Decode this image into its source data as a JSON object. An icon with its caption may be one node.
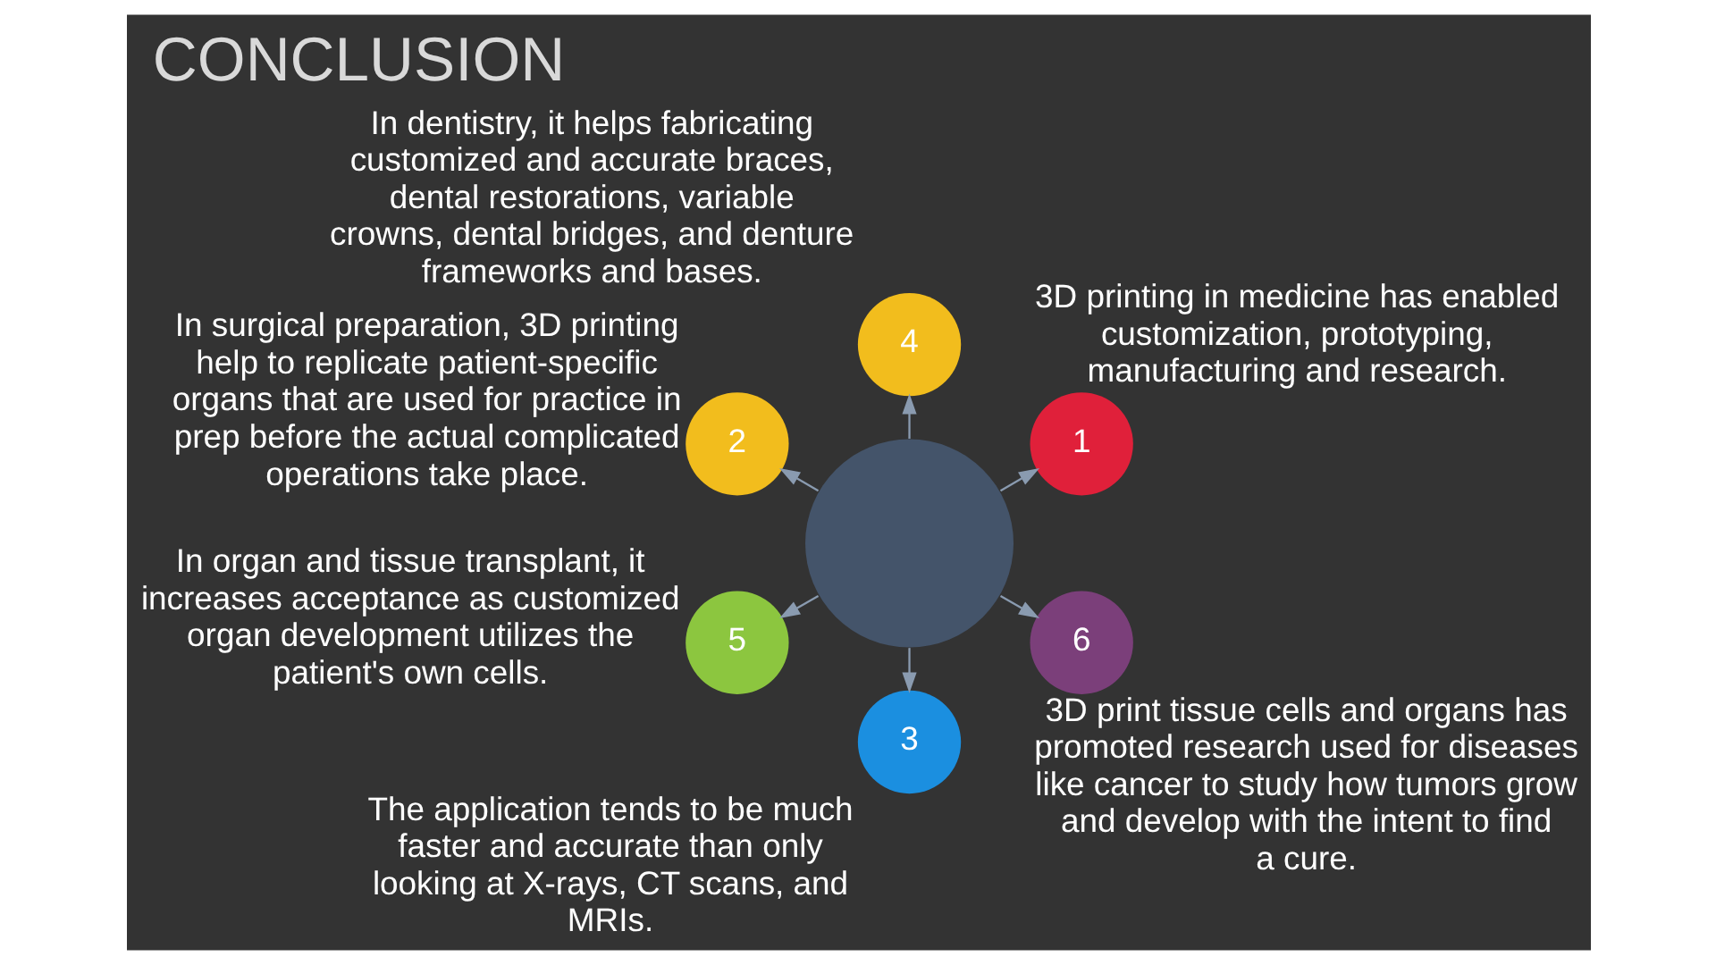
{
  "diagram": {
    "title": "CONCLUSION",
    "nodes": [
      {
        "text": [
          "1"
        ],
        "beside": [
          "3D printing in medicine has enabled customization, prototyping, manufacturing and research."
        ]
      },
      {
        "text": [
          "4"
        ],
        "beside": [
          "In dentistry, it helps fabricating customized and accurate braces, dental restorations, variable crowns, dental bridges, and denture frameworks and bases."
        ]
      },
      {
        "text": [
          "2"
        ],
        "beside": [
          "In surgical preparation, 3D printing help to replicate patient-specific organs that are used for practice in prep before the actual complicated operations take place."
        ]
      },
      {
        "text": [],
        "shape": "circle"
      },
      {
        "text": [
          "5"
        ],
        "beside": [
          "In organ and tissue transplant, it increases acceptance as customized organ development utilizes the patient's own cells."
        ]
      },
      {
        "text": [
          "3"
        ],
        "beside": [
          "The application tends to be much faster and accurate than only looking at X-rays, CT scans, and MRIs."
        ]
      },
      {
        "text": [
          "6"
        ],
        "beside": [
          "3D print tissue cells and organs has promoted research used for diseases like cancer to study how tumors grow and develop with the intent to find a cure."
        ]
      }
    ],
    "edges": [
      {
        "from": 3,
        "to": 0,
        "arrow": "to"
      },
      {
        "from": 3,
        "to": 1,
        "arrow": "to"
      },
      {
        "from": 3,
        "to": 2,
        "arrow": "to"
      },
      {
        "from": 3,
        "to": 4,
        "arrow": "to"
      },
      {
        "from": 3,
        "to": 5,
        "arrow": "to"
      },
      {
        "from": 3,
        "to": 6,
        "arrow": "to"
      }
    ]
  }
}
